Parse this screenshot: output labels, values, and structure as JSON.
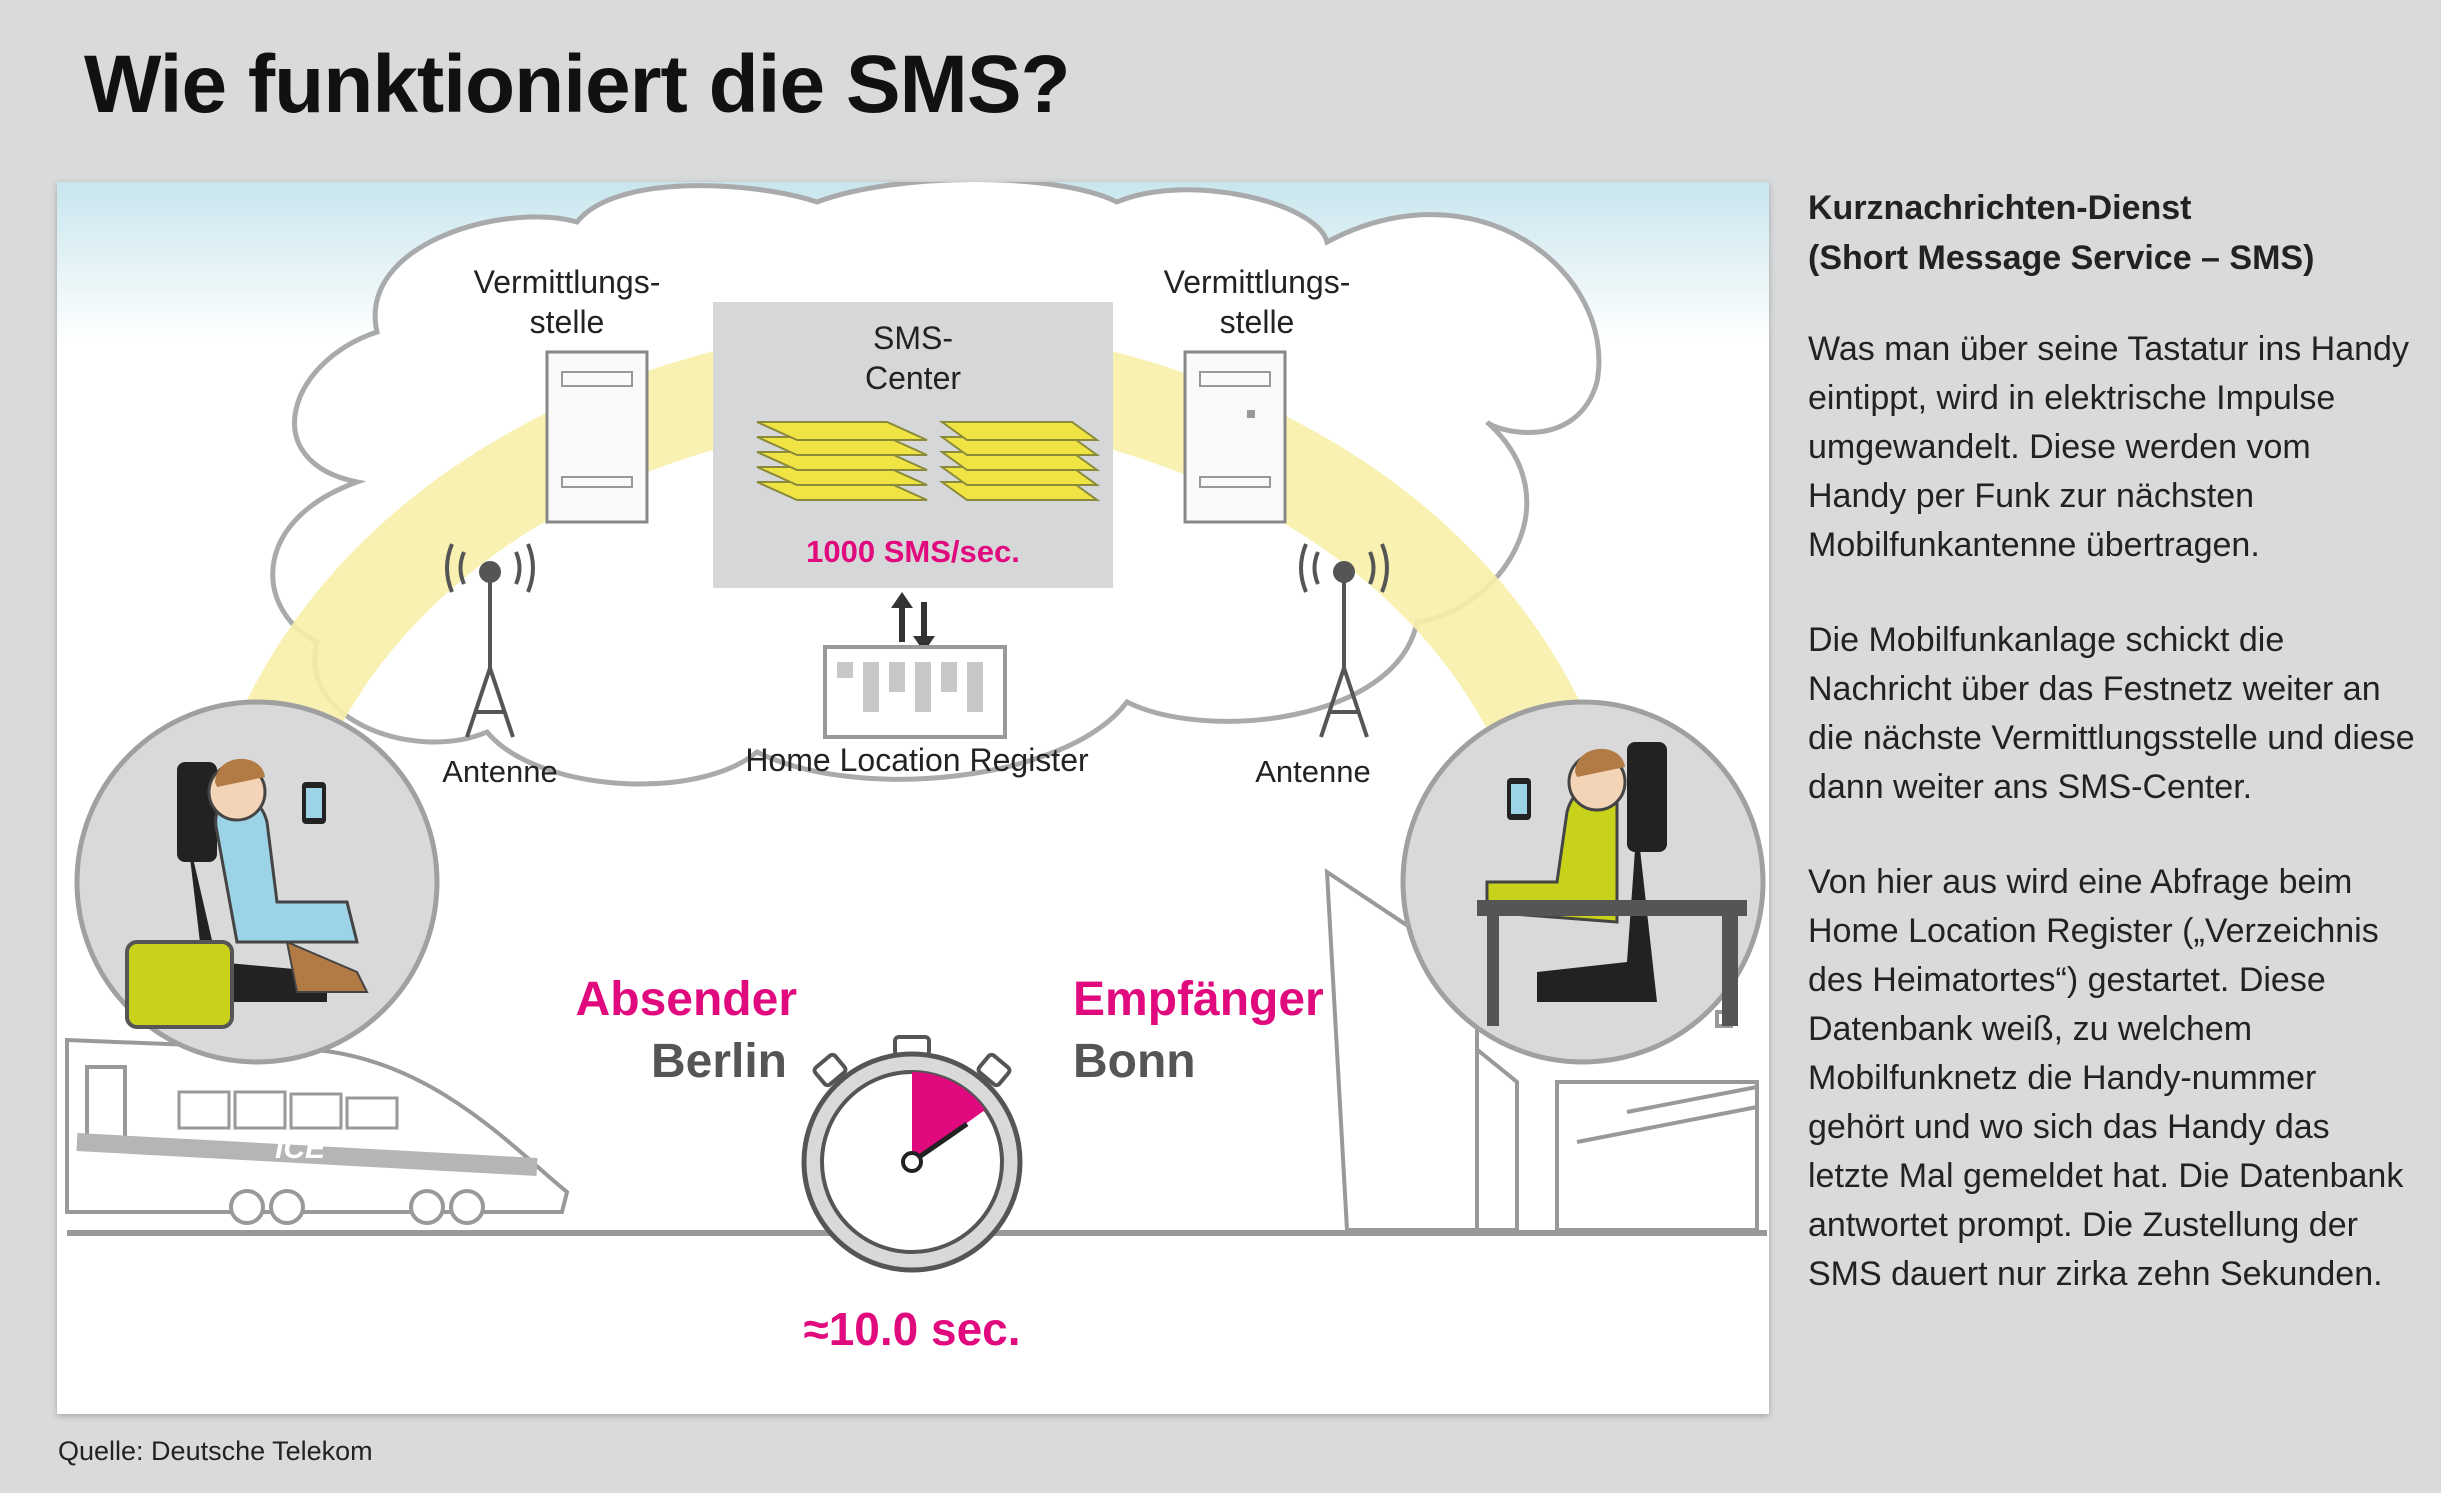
{
  "title": "Wie funktioniert die SMS?",
  "diagram": {
    "switch_left": "Vermittlungs-\nstelle",
    "switch_right": "Vermittlungs-\nstelle",
    "sms_center": "SMS-\nCenter",
    "sms_rate": "1000 SMS/sec.",
    "hlr": "Home Location Register",
    "antenna_left": "Antenne",
    "antenna_right": "Antenne",
    "sender_role": "Absender",
    "sender_city": "Berlin",
    "receiver_role": "Empfänger",
    "receiver_city": "Bonn",
    "duration": "≈10.0 sec.",
    "train_label": "ICE"
  },
  "sidebar": {
    "heading": "Kurznachrichten-Dienst\n(Short Message Service – SMS)",
    "paragraphs": [
      "Was man über seine Tastatur ins Handy eintippt, wird in elektrische Impulse umgewandelt. Diese werden vom Handy per Funk zur nächsten Mobilfunkantenne übertragen.",
      "Die Mobilfunkanlage schickt die Nachricht über das Festnetz weiter an die nächste Vermittlungsstelle und diese dann weiter ans SMS-Center.",
      "Von hier aus wird eine Abfrage beim Home Location Register („Verzeichnis des Heimatortes“) gestartet. Diese Datenbank weiß, zu welchem Mobilfunknetz die Handy-nummer gehört und wo sich das Handy das letzte Mal gemeldet hat. Die Datenbank antwortet prompt. Die Zustellung der SMS dauert nur zirka zehn Sekunden."
    ]
  },
  "source": "Quelle: Deutsche Telekom",
  "colors": {
    "accent": "#e0097e",
    "arc": "#f7f0a8",
    "sky": "#cfe9ef",
    "envelope": "#f0e445",
    "bag": "#c8d21b"
  }
}
